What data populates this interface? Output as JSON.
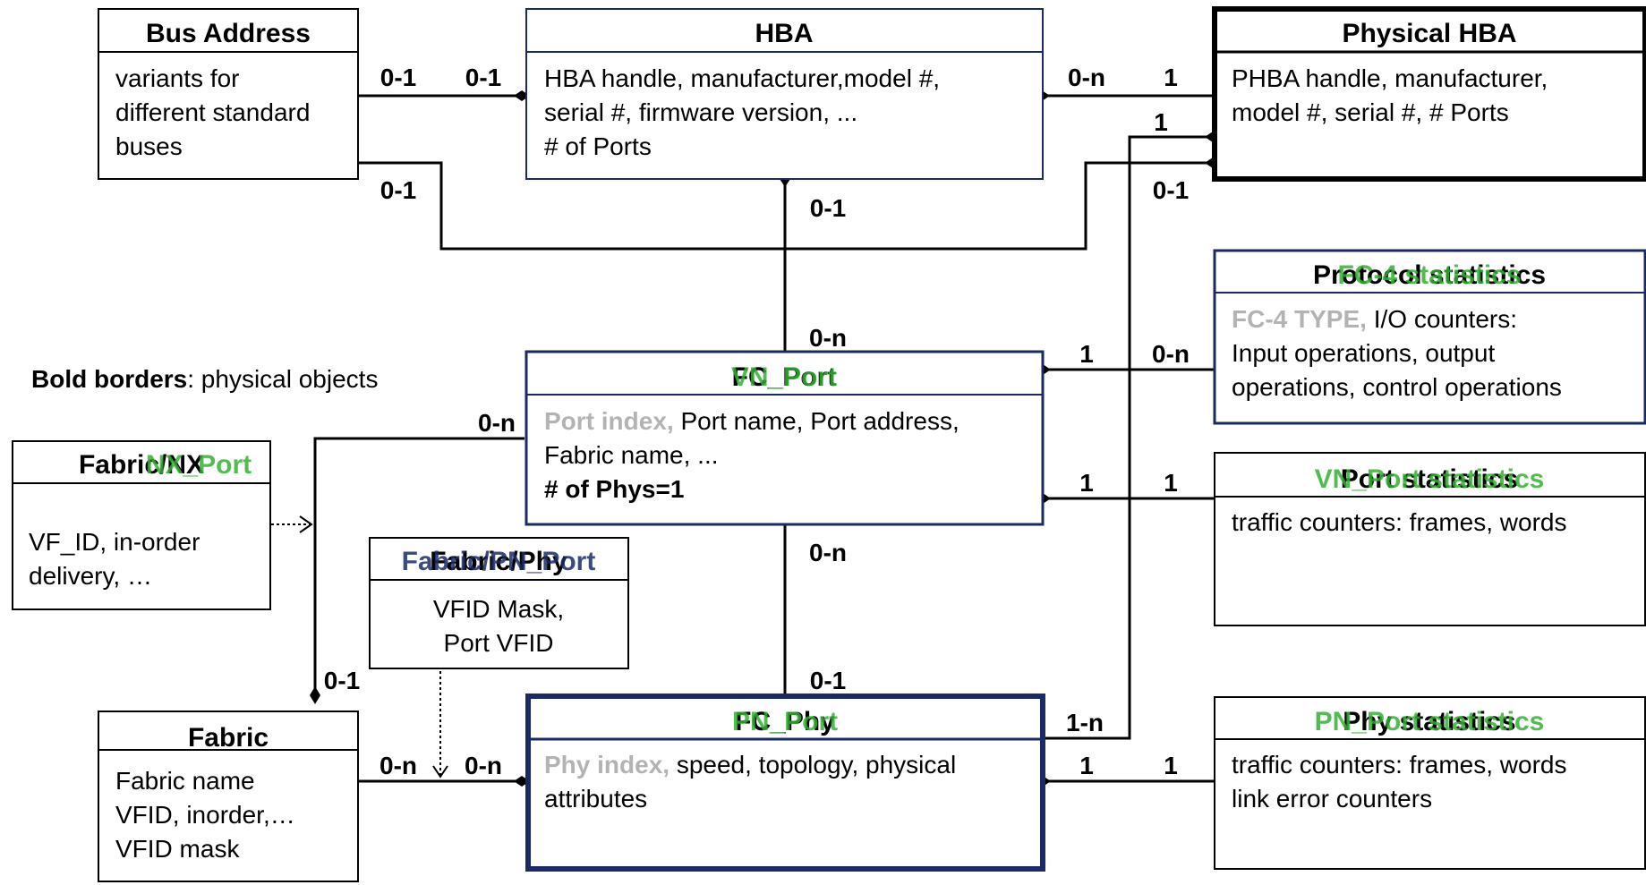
{
  "legend": {
    "bold_label": "Bold borders",
    "rest": ": physical objects"
  },
  "boxes": {
    "bus_address": {
      "title": "Bus Address",
      "lines": [
        "variants for",
        "different standard",
        "buses"
      ]
    },
    "hba": {
      "title": "HBA",
      "lines": [
        "HBA handle, manufacturer,model #,",
        "serial #, firmware version, ...",
        "# of Ports"
      ]
    },
    "physical_hba": {
      "title": "Physical HBA",
      "lines": [
        "PHBA handle, manufacturer,",
        "model #, serial #, # Ports"
      ]
    },
    "protocol_statistics": {
      "title_overlap": [
        "Protocol statistics",
        "FC-4 statistics"
      ],
      "prefix": "FC-4 TYPE,",
      "lines": [
        " I/O counters:",
        "Input operations, output",
        "operations, control operations"
      ]
    },
    "fc_port": {
      "title_overlap": [
        "FC_Port",
        "VN_Port"
      ],
      "prefix": "Port index,",
      "lines": [
        " Port name, Port address,",
        "Fabric name, ...",
        "# of Phys=1"
      ]
    },
    "port_statistics": {
      "title_overlap": [
        "Port statistics",
        "VN_Port statistics"
      ],
      "lines": [
        "traffic counters: frames, words"
      ]
    },
    "fabric_nx_port": {
      "title_a": "Fabric/",
      "title_overlap": [
        "NX",
        "NX_Port"
      ],
      "lines": [
        "VF_ID, in-order",
        "delivery, …"
      ]
    },
    "fabric_pn_port": {
      "title_overlap": [
        "Fabric/PN_Port",
        "Fabric/Phy"
      ],
      "lines": [
        "VFID Mask,",
        "Port VFID"
      ]
    },
    "fabric": {
      "title": "Fabric",
      "lines": [
        "Fabric name",
        "VFID, inorder,…",
        "VFID mask"
      ]
    },
    "fc_phy": {
      "title_overlap": [
        "FC_Phy",
        "PN_Port"
      ],
      "prefix": "Phy index,",
      "lines": [
        " speed, topology, physical",
        "attributes"
      ]
    },
    "phy_statistics": {
      "title_overlap": [
        "Phy statistics",
        "PN_Port statistics"
      ],
      "lines": [
        "traffic counters: frames, words",
        "link error counters"
      ]
    }
  },
  "cardinalities": {
    "bus_hba_left": "0-1",
    "bus_hba_right": "0-1",
    "hba_phba_left": "0-n",
    "hba_phba_right": "1",
    "phba_side": "1",
    "bus_lower": "0-1",
    "phba_lower": "0-1",
    "hba_down": "0-1",
    "port_up": "0-n",
    "port_proto_left": "1",
    "port_proto_right": "0-n",
    "port_stats_left": "1",
    "port_stats_right": "1",
    "port_down": "0-n",
    "phy_up": "0-1",
    "nx_port": "0-n",
    "fabric_up": "0-1",
    "fabric_phy_left": "0-n",
    "fabric_phy_right": "0-n",
    "phy_phba": "1-n",
    "phy_stats_left": "1",
    "phy_stats_right": "1"
  },
  "colors": {
    "navy_border": "#1b2a66",
    "green_text": "#33b233",
    "gray_text": "#b3b3b3"
  }
}
